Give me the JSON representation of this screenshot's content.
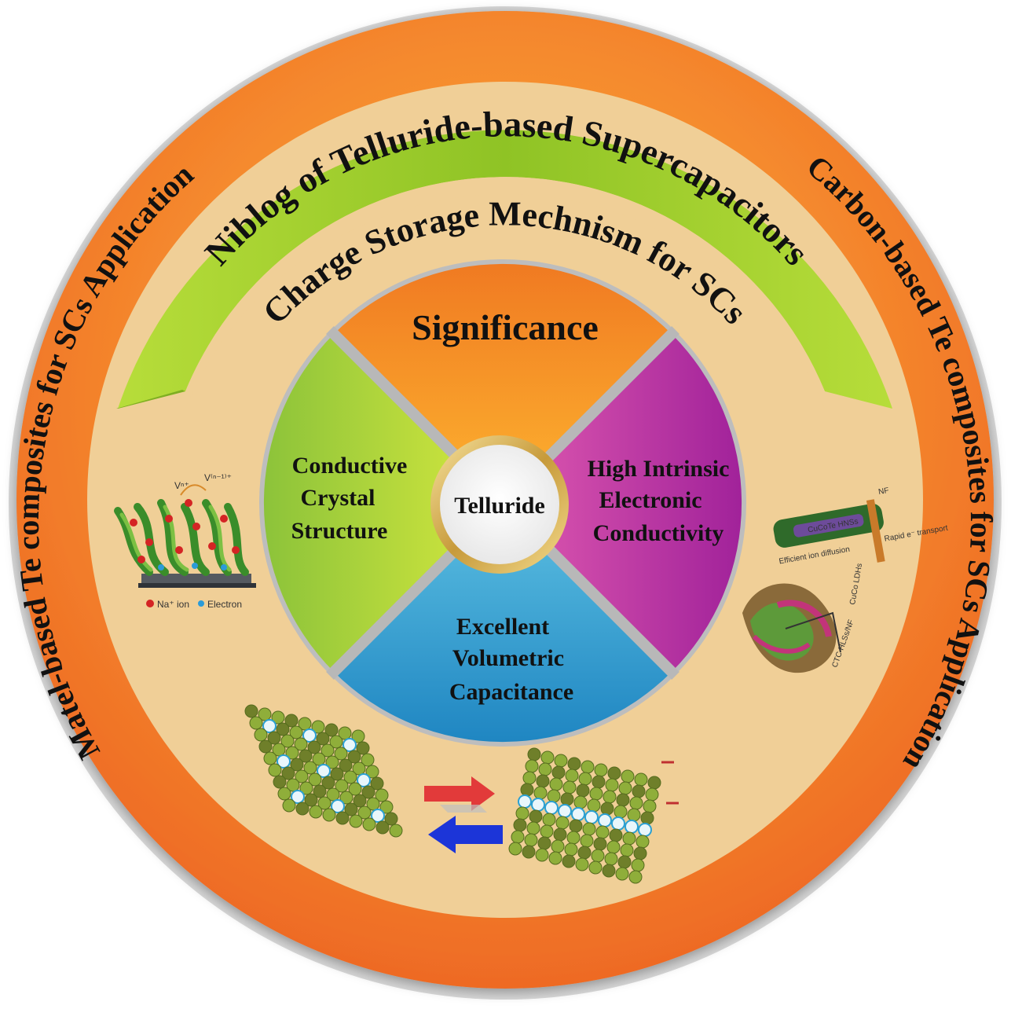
{
  "outer_ring": {
    "left": "Matel-based Te composites for SCs Application",
    "right": "Carbon-based Te composites for SCs Application"
  },
  "green_band": "Niblog of Telluride-based Supercapacitors",
  "inner_arc": "Charge Storage Mechnism for SCs",
  "quadrants": {
    "top": "Significance",
    "left": [
      "Conductive",
      "Crystal",
      "Structure"
    ],
    "right": [
      "High Intrinsic",
      "Electronic",
      "Conductivity"
    ],
    "bottom": [
      "Excellent",
      "Volumetric",
      "Capacitance"
    ]
  },
  "center": "Telluride",
  "left_figure": {
    "label_vn": "Vⁿ⁺",
    "label_vn1": "V⁽ⁿ⁻¹⁾⁺",
    "legend_ion": "Na⁺ ion",
    "legend_electron": "Electron"
  },
  "right_figure": {
    "label_hns": "CuCoTe HNSs",
    "label_nf": "NF",
    "label_ion_diffusion": "Efficient ion diffusion",
    "label_transport": "Rapid e⁻ transport",
    "label_ldh": "CuCo LDHs",
    "label_ctc": "CTC HLSs/NF"
  },
  "colors": {
    "outer_ring": "#f37a2a",
    "green_band": "#9fce2c",
    "beige": "#f0cf97",
    "top_quad": "#f59a2a",
    "left_quad": "#a6d53a",
    "right_quad": "#c23aa4",
    "bottom_quad": "#2ba0d2"
  }
}
